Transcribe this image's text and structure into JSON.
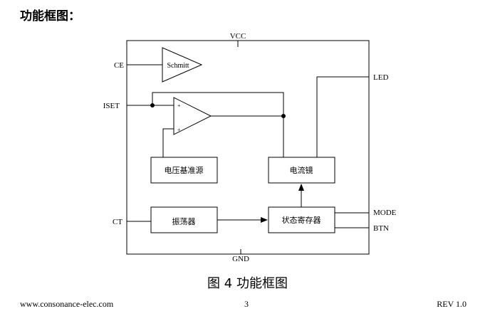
{
  "heading": "功能框图：",
  "pins": {
    "vcc": "VCC",
    "gnd": "GND",
    "ce": "CE",
    "iset": "ISET",
    "ct": "CT",
    "led": "LED",
    "mode": "MODE",
    "btn": "BTN"
  },
  "blocks": {
    "schmitt": "Schmitt",
    "voltage_ref": "电压基准源",
    "current_mirror": "电流镜",
    "oscillator": "振荡器",
    "state_register": "状态寄存器"
  },
  "opamp": {
    "plus_top": "+",
    "plus_bottom": "+"
  },
  "caption": "图 4  功能框图",
  "footer": {
    "website": "www.consonance-elec.com",
    "page": "3",
    "revision": "REV 1.0"
  }
}
